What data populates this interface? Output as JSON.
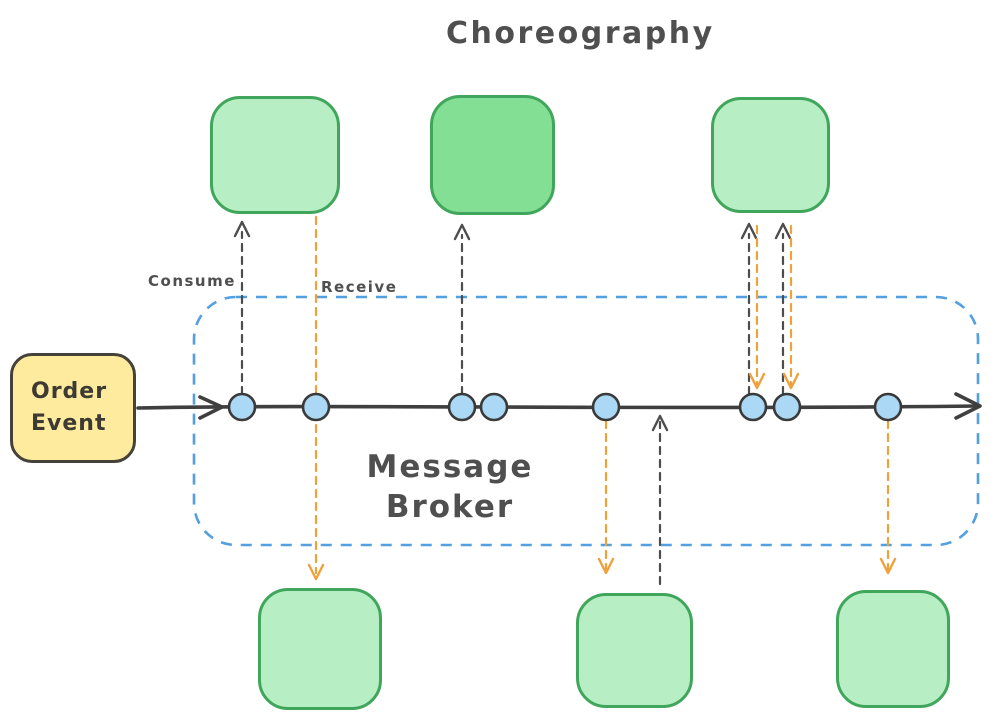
{
  "title": "Choreography",
  "order_event": {
    "label": "Order Event"
  },
  "broker": {
    "label": "Message Broker"
  },
  "labels": {
    "consume": "Consume",
    "receive": "Receive"
  },
  "colors": {
    "line_dark": "#3f3f3f",
    "arrow_dark": "#4d4d4d",
    "orange": "#efa13a",
    "blue": "#539fe0",
    "green_stroke": "#3fa65b",
    "green_fill_light": "#b7eec4",
    "green_fill_medium": "#82df93",
    "yellow_fill": "#ffeb9e",
    "yellow_stroke": "#45423a",
    "node_fill": "#abd9f5",
    "node_stroke": "#3a3a3a",
    "text_dark": "#3c3a33",
    "text_mid": "#4f4f4f"
  }
}
